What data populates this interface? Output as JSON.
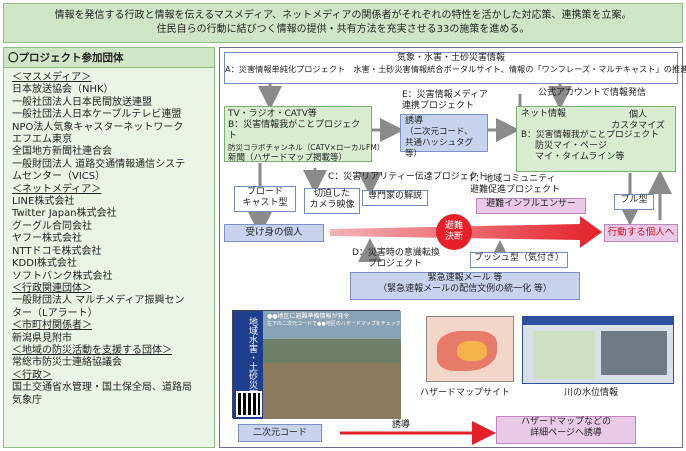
{
  "header": {
    "line1": "情報を発信する行政と情報を伝えるマスメディア、ネットメディアの関係者がそれぞれの特性を活かした対応策、連携策を立案。",
    "line2": "住民自らの行動に結びつく情報の提供・共有方法を充実させる33の施策を進める。"
  },
  "participants": {
    "title": "〇プロジェクト参加団体",
    "items": [
      {
        "text": "＜マスメディア＞",
        "cat": true
      },
      {
        "text": "日本放送協会（NHK）",
        "cat": false
      },
      {
        "text": "一般社団法人日本民間放送連盟",
        "cat": false
      },
      {
        "text": "一般社団法人日本ケーブルテレビ連盟",
        "cat": false
      },
      {
        "text": "NPO法人気象キャスターネットワーク",
        "cat": false
      },
      {
        "text": "エフエム東京",
        "cat": false
      },
      {
        "text": "全国地方新聞社連合会",
        "cat": false
      },
      {
        "text": "一般財団法人 道路交通情報通信システ",
        "cat": false
      },
      {
        "text": "ムセンター（VICS）",
        "cat": false
      },
      {
        "text": "＜ネットメディア＞",
        "cat": true
      },
      {
        "text": "LINE株式会社",
        "cat": false
      },
      {
        "text": "Twitter Japan株式会社",
        "cat": false
      },
      {
        "text": "グーグル合同会社",
        "cat": false
      },
      {
        "text": "ヤフー株式会社",
        "cat": false
      },
      {
        "text": "NTTドコモ株式会社",
        "cat": false
      },
      {
        "text": "KDDI株式会社",
        "cat": false
      },
      {
        "text": "ソフトバンク株式会社",
        "cat": false
      },
      {
        "text": "＜行政関連団体＞",
        "cat": true
      },
      {
        "text": "一般財団法人 マルチメディア振興セン",
        "cat": false
      },
      {
        "text": "ター（Lアラート）",
        "cat": false
      },
      {
        "text": "＜市町村関係者＞",
        "cat": true
      },
      {
        "text": "新潟県見附市",
        "cat": false
      },
      {
        "text": "＜地域の防災活動を支援する団体＞",
        "cat": true
      },
      {
        "text": "常総市防災士連絡協議会",
        "cat": false
      },
      {
        "text": "＜行政＞",
        "cat": true
      },
      {
        "text": "国土交通省水管理・国土保全局、道路局",
        "cat": false
      },
      {
        "text": "気象庁",
        "cat": false
      }
    ]
  },
  "diagram": {
    "top": {
      "line1": "気象・水害・土砂災害情報",
      "line2": "A：災害情報単純化プロジェクト　水害・土砂災害情報統合ポータルサイト、情報の「ワンフレーズ・マルチキャスト」の推進等"
    },
    "mass": {
      "line1": "TV・ラジオ・CATV等",
      "line2": "B：災害情報我がことプロジェクト",
      "line3": "防災コラボチャンネル（CATV×ローカルFM）",
      "line4": "新聞（ハザードマップ掲載等）"
    },
    "e_label": {
      "line1": "E：災害情報メディア",
      "line2": "連携プロジェクト"
    },
    "yudo_box": {
      "line1": "誘導",
      "line2": "（二次元コード、",
      "line3": "共通ハッシュタグ等）"
    },
    "official": "公式アカウントで情報発信",
    "net": {
      "line1": "ネット情報",
      "line2": "B：災害情報我がことプロジェクト",
      "line3": "防災マイ・ページ",
      "line4": "マイ・タイムライン等"
    },
    "customize": {
      "line1": "個人",
      "line2": "カスタマイズ"
    },
    "c_label": "C：災害リアリティー伝達プロジェクト",
    "broadcast": {
      "line1": "ブロード",
      "line2": "キャスト型"
    },
    "camera": {
      "line1": "切迫した",
      "line2": "カメラ映像"
    },
    "expert": "専門家の解説",
    "f_label": {
      "line1": "F：地域コミュニティ",
      "line2": "避難促進プロジェクト"
    },
    "influencer": "避難インフルエンサー",
    "pull": "プル型",
    "passive": "受け身の個人",
    "decision": {
      "line1": "避難",
      "line2": "決断"
    },
    "active": "行動する個人へ",
    "d_label": {
      "line1": "D：災害時の意識転換",
      "line2": "プロジェクト"
    },
    "push": "プッシュ型（気付き）",
    "alert": {
      "line1": "緊急速報メール 等",
      "line2": "（緊急速報メールの配信文例の統一化 等）"
    },
    "tv_screen": {
      "vertical_text": "地域水害・土砂災害情報",
      "caption1": "●●地区に避難準備情報が発令",
      "caption2": "左下の二次元コードで●●地区のハザードマップをチェック"
    },
    "qr_label": "二次元コード",
    "yudo2": "誘導",
    "hazard_label": "ハザードマップサイト",
    "river_label": "川の水位情報",
    "detail": {
      "line1": "ハザードマップなどの",
      "line2": "詳細ページへ誘導"
    }
  },
  "colors": {
    "green": "#d8ecd0",
    "blue": "#c7d3ec",
    "pink": "#e9c9e8",
    "red": "#e5202a",
    "header": "#cfe6c6"
  }
}
